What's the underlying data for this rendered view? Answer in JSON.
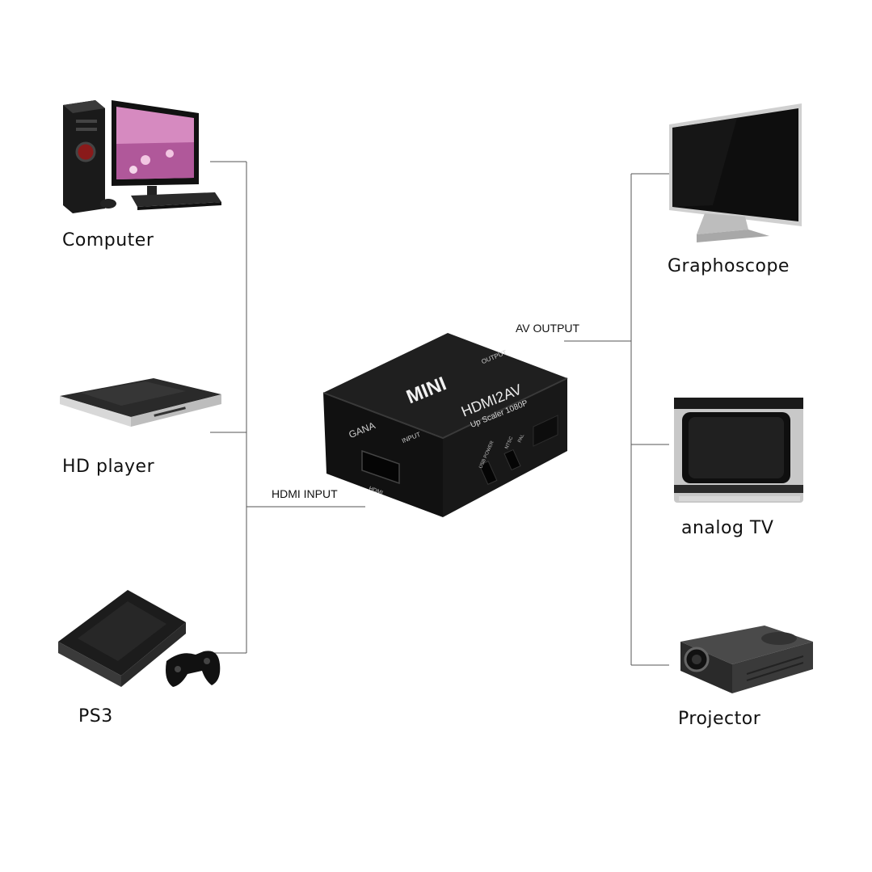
{
  "inputs": [
    {
      "label": "Computer"
    },
    {
      "label": "HD player"
    },
    {
      "label": "PS3"
    }
  ],
  "outputs": [
    {
      "label": "Graphoscope"
    },
    {
      "label": "analog TV"
    },
    {
      "label": "Projector"
    }
  ],
  "connections": {
    "input_label": "HDMI INPUT",
    "output_label": "AV OUTPUT"
  },
  "device": {
    "brand": "GANA",
    "model_badge": "MINI",
    "model": "HDMI2AV",
    "subtitle": "Up Scaler 1080P",
    "input_port": "INPUT",
    "output_port": "OUTPUT",
    "hdmi_port": "HDMI",
    "usb_label": "USB POWER",
    "ntsc_label": "NTSC",
    "pal_label": "PAL"
  },
  "colors": {
    "line": "#555555",
    "device_body": "#151515",
    "device_top": "#1f1f1f"
  }
}
